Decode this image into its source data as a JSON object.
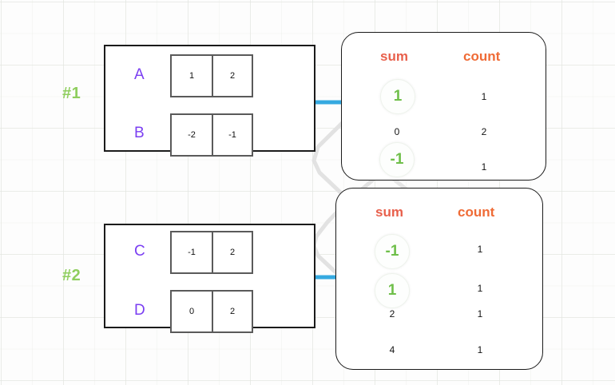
{
  "steps": [
    {
      "tag": "#1"
    },
    {
      "tag": "#2"
    }
  ],
  "colors": {
    "accent_header": "#e8604c",
    "accent_header_count": "#ef6b36",
    "highlight_value": "#6fbf4a",
    "row_label": "#7b3ff2",
    "arrow": "#35a9e0",
    "step_tag": "#8fce5e"
  },
  "input_groups": [
    {
      "name": "group-1",
      "rows": [
        {
          "label": "A",
          "cells": [
            "1",
            "2"
          ]
        },
        {
          "label": "B",
          "cells": [
            "-2",
            "-1"
          ]
        }
      ]
    },
    {
      "name": "group-2",
      "rows": [
        {
          "label": "C",
          "cells": [
            "-1",
            "2"
          ]
        },
        {
          "label": "D",
          "cells": [
            "0",
            "2"
          ]
        }
      ]
    }
  ],
  "tables": [
    {
      "name": "table-1",
      "headers": {
        "sum": "sum",
        "count": "count"
      },
      "rows": [
        {
          "sum": "1",
          "count": "1",
          "highlight": true
        },
        {
          "sum": "0",
          "count": "2",
          "highlight": false
        },
        {
          "sum": "-1",
          "count": "1",
          "highlight": true
        }
      ]
    },
    {
      "name": "table-2",
      "headers": {
        "sum": "sum",
        "count": "count"
      },
      "rows": [
        {
          "sum": "-1",
          "count": "1",
          "highlight": true
        },
        {
          "sum": "1",
          "count": "1",
          "highlight": true
        },
        {
          "sum": "2",
          "count": "1",
          "highlight": false
        },
        {
          "sum": "4",
          "count": "1",
          "highlight": false
        }
      ]
    }
  ]
}
